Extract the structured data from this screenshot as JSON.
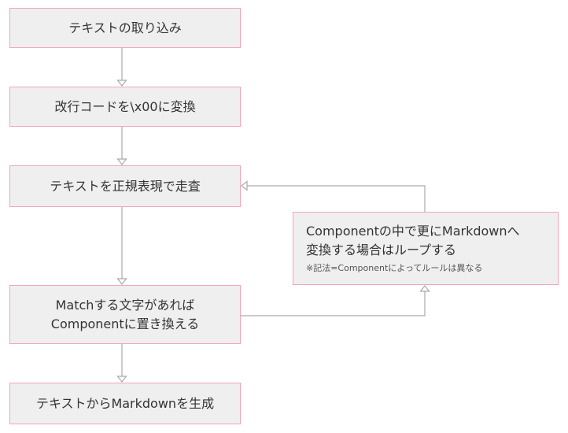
{
  "diagram": {
    "colors": {
      "node_fill": "#efefef",
      "node_border": "#f2a6b8",
      "edge": "#aaaaaa",
      "text": "#333333"
    },
    "nodes": {
      "import_text": {
        "label": "テキストの取り込み"
      },
      "convert_newline": {
        "label": "改行コードを\\x00に変換"
      },
      "scan_regex": {
        "label": "テキストを正規表現で走査"
      },
      "replace_component": {
        "line1": "Matchする文字があれば",
        "line2": "Componentに置き換える"
      },
      "generate_markdown": {
        "label": "テキストからMarkdownを生成"
      },
      "loop_note": {
        "line1": "Componentの中で更にMarkdownへ",
        "line2": "変換する場合はループする",
        "note": "※記法=Componentによってルールは異なる"
      }
    }
  }
}
